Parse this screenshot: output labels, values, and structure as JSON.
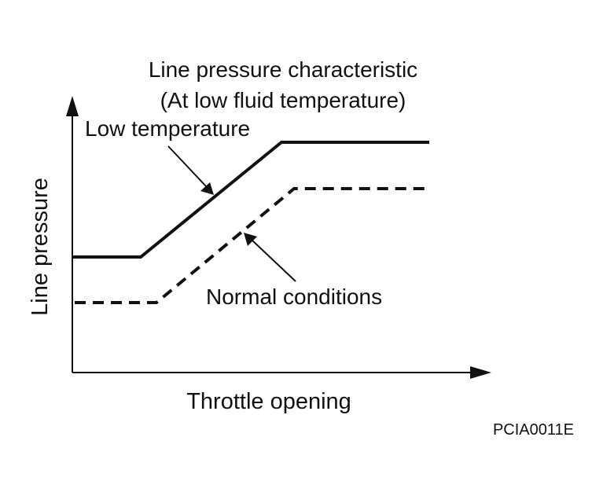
{
  "title": {
    "line1": "Line pressure characteristic",
    "line2": "(At low fluid temperature)"
  },
  "axes": {
    "xlabel": "Throttle opening",
    "ylabel": "Line pressure"
  },
  "labels": {
    "low_temperature": "Low temperature",
    "normal_conditions": "Normal conditions"
  },
  "figure_code": "PCIA0011E",
  "colors": {
    "line": "#111111",
    "background": "#ffffff"
  }
}
